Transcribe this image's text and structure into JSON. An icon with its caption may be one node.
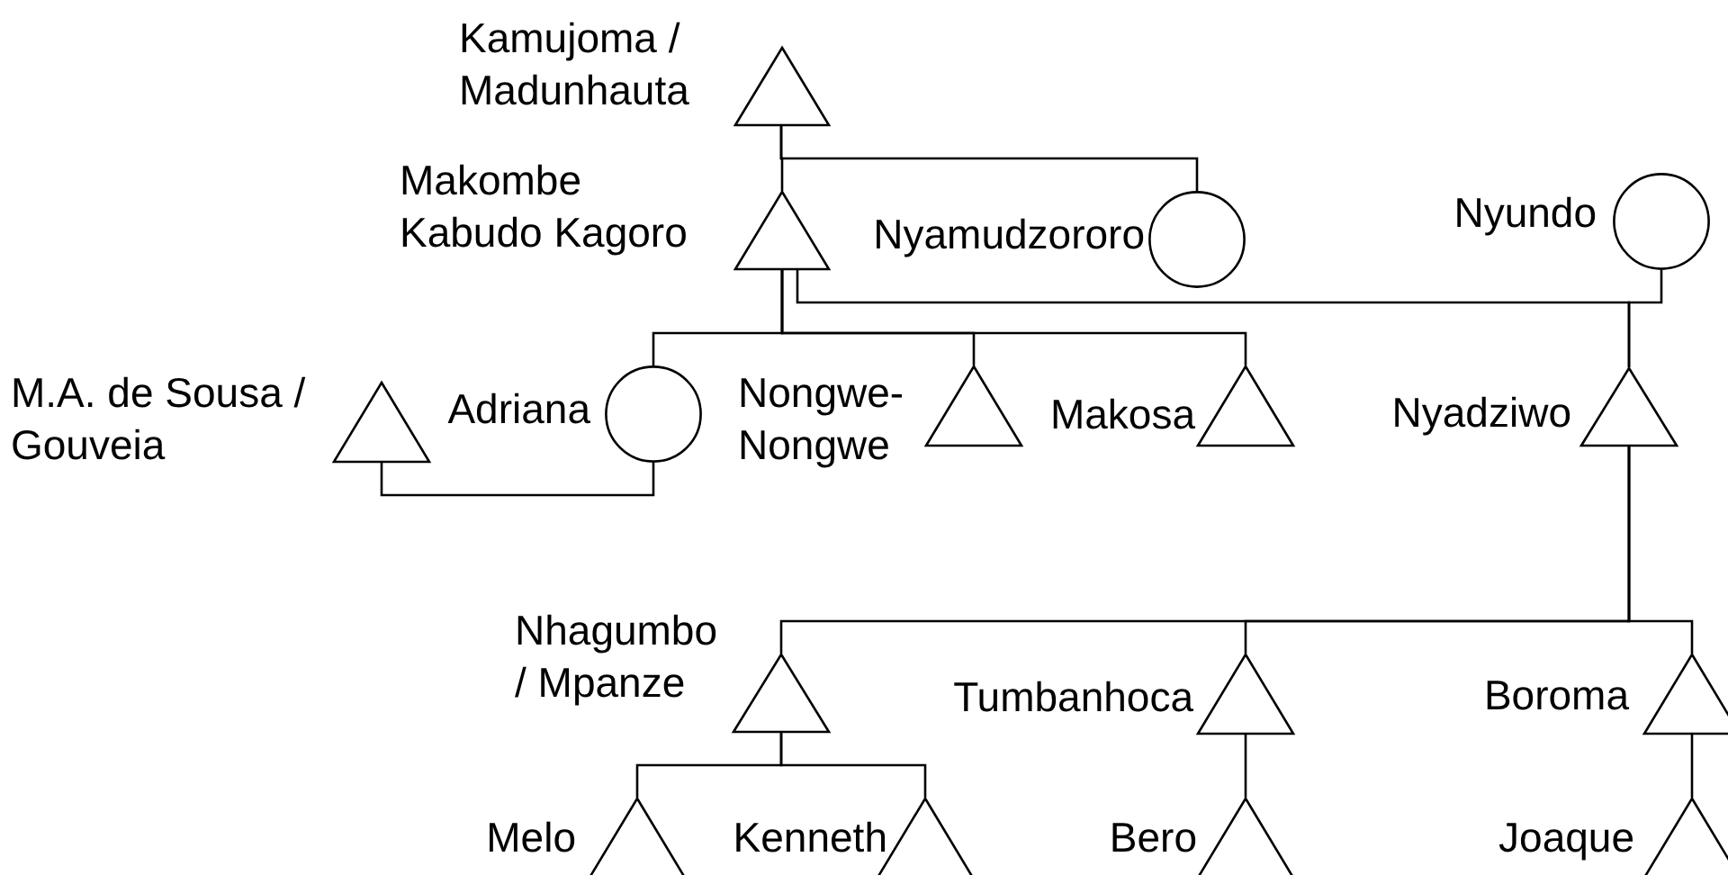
{
  "diagram": {
    "nodes": [
      {
        "text": [],
        "shape": "triangle",
        "beside": [
          "Kamujoma / Madunhauta"
        ]
      },
      {
        "text": [],
        "shape": "triangle",
        "beside": [
          "Makombe Kabudo Kagoro"
        ]
      },
      {
        "text": [],
        "shape": "circle",
        "beside": [
          "Nyamudzororo"
        ]
      },
      {
        "text": [],
        "shape": "circle",
        "beside": [
          "Nyundo"
        ]
      },
      {
        "text": [],
        "shape": "triangle",
        "beside": [
          "M.A. de Sousa / Gouveia"
        ]
      },
      {
        "text": [],
        "shape": "circle",
        "beside": [
          "Adriana"
        ]
      },
      {
        "text": [],
        "shape": "triangle",
        "beside": [
          "Nongwe-Nongwe"
        ]
      },
      {
        "text": [],
        "shape": "triangle",
        "beside": [
          "Makosa"
        ]
      },
      {
        "text": [],
        "shape": "triangle",
        "beside": [
          "Nyadziwo"
        ]
      },
      {
        "text": [],
        "shape": "triangle",
        "beside": [
          "Nhagumbo / Mpanze"
        ]
      },
      {
        "text": [],
        "shape": "triangle",
        "beside": [
          "Tumbanhoca"
        ]
      },
      {
        "text": [],
        "shape": "triangle",
        "beside": [
          "Boroma"
        ]
      },
      {
        "text": [],
        "shape": "triangle",
        "beside": [
          "Melo"
        ]
      },
      {
        "text": [],
        "shape": "triangle",
        "beside": [
          "Kenneth"
        ]
      },
      {
        "text": [],
        "shape": "triangle",
        "beside": [
          "Bero"
        ]
      },
      {
        "text": [],
        "shape": "triangle",
        "beside": [
          "Joaque"
        ]
      }
    ],
    "edges": [
      {
        "from": 0,
        "to": 1,
        "arrow": "none"
      },
      {
        "from": 0,
        "to": 2,
        "arrow": "none"
      },
      {
        "from": 1,
        "to": 8,
        "arrow": "none"
      },
      {
        "from": 3,
        "to": 8,
        "arrow": "none"
      },
      {
        "from": 1,
        "to": 5,
        "arrow": "none"
      },
      {
        "from": 1,
        "to": 6,
        "arrow": "none"
      },
      {
        "from": 1,
        "to": 7,
        "arrow": "none"
      },
      {
        "from": 4,
        "to": 5,
        "arrow": "none"
      },
      {
        "from": 8,
        "to": 9,
        "arrow": "none"
      },
      {
        "from": 8,
        "to": 10,
        "arrow": "none"
      },
      {
        "from": 8,
        "to": 11,
        "arrow": "none"
      },
      {
        "from": 9,
        "to": 12,
        "arrow": "none"
      },
      {
        "from": 9,
        "to": 13,
        "arrow": "none"
      },
      {
        "from": 10,
        "to": 14,
        "arrow": "none"
      },
      {
        "from": 11,
        "to": 15,
        "arrow": "none"
      }
    ]
  }
}
